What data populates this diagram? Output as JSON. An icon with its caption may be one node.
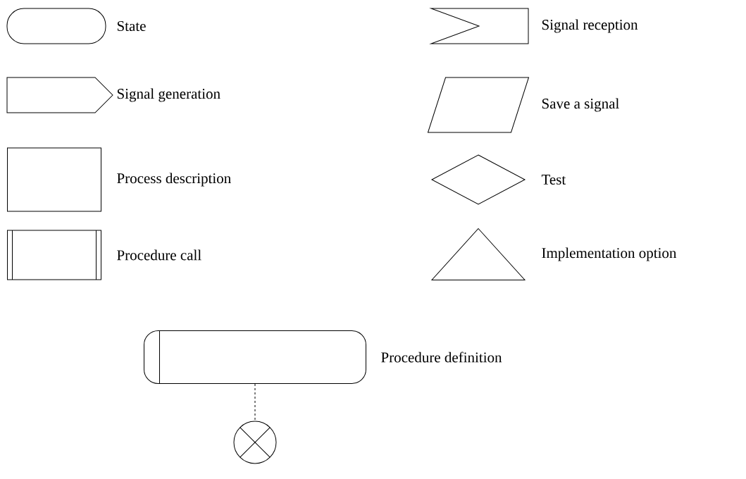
{
  "diagram": {
    "nodes": [
      {
        "text": [],
        "shape": "stadium",
        "beside": [
          "State"
        ]
      },
      {
        "text": [],
        "shape": "pentagon",
        "beside": [
          "Signal generation"
        ]
      },
      {
        "text": [],
        "shape": "box",
        "beside": [
          "Process description"
        ]
      },
      {
        "text": [],
        "shape": "subroutine",
        "beside": [
          "Procedure call"
        ]
      },
      {
        "text": [],
        "shape": "notch",
        "beside": [
          "Signal reception"
        ]
      },
      {
        "text": [],
        "shape": "parallelogram",
        "beside": [
          "Save a signal"
        ]
      },
      {
        "text": [],
        "shape": "diamond",
        "beside": [
          "Test"
        ]
      },
      {
        "text": [],
        "shape": "triangle",
        "beside": [
          "Implementation option"
        ]
      },
      {
        "text": [],
        "shape": "capsule",
        "beside": [
          "Procedure definition"
        ]
      },
      {
        "text": [],
        "shape": "circle"
      }
    ],
    "edges": [
      {
        "from": 8,
        "to": 9,
        "arrow": "none",
        "style": "dashed"
      }
    ]
  }
}
